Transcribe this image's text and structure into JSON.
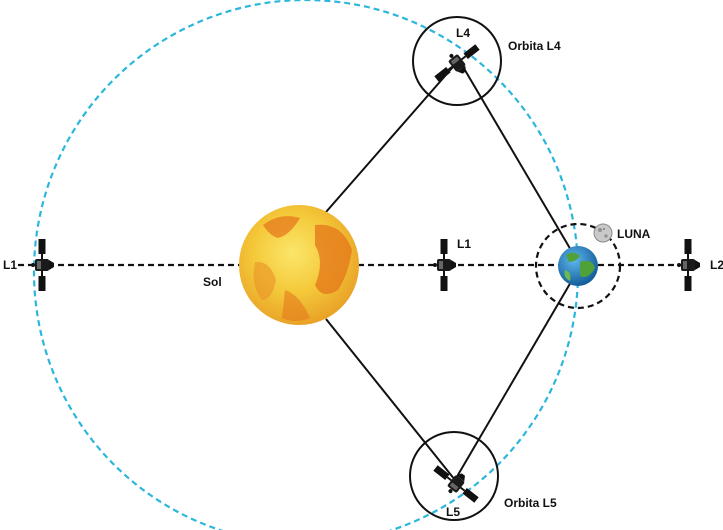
{
  "diagram": {
    "labels": {
      "sun": "Sol",
      "l1_left": "L1",
      "l1": "L1",
      "l2": "L2",
      "l4": "L4",
      "l5": "L5",
      "moon": "LUNA",
      "orbit_l4": "Orbita L4",
      "orbit_l5": "Orbita L5"
    },
    "colors": {
      "earth_orbit": "#2bb6dc",
      "lines": "#111111",
      "sun_core": "#f6d63a",
      "sun_spots": "#e57a1c",
      "earth_ocean": "#1f7fc4",
      "earth_land": "#4fa23a",
      "moon": "#bfbfbf"
    },
    "icons": [
      "satellite-icon",
      "sun-icon",
      "earth-icon",
      "moon-icon"
    ]
  }
}
